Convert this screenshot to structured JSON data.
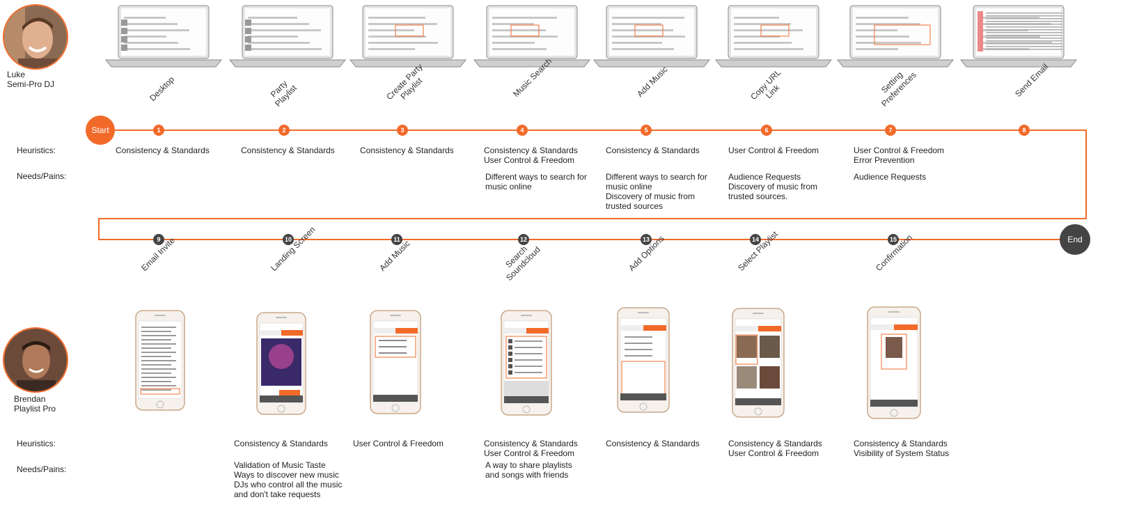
{
  "personas": [
    {
      "name": "Luke",
      "role": "Semi-Pro DJ"
    },
    {
      "name": "Brendan",
      "role": "Playlist Pro"
    }
  ],
  "row_labels": {
    "heuristics": "Heuristics:",
    "needs": "Needs/Pains:"
  },
  "terminals": {
    "start": "Start",
    "end": "End"
  },
  "colors": {
    "accent": "#f26a2a",
    "dark": "#444444",
    "line": "#f26a2a"
  },
  "top_steps": [
    {
      "num": "1",
      "label": "Desktop",
      "heuristics": "Consistency & Standards",
      "needs": ""
    },
    {
      "num": "2",
      "label": "Party\nPlaylist",
      "heuristics": "Consistency & Standards",
      "needs": ""
    },
    {
      "num": "3",
      "label": "Create Party\nPlaylist",
      "heuristics": "Consistency & Standards",
      "needs": ""
    },
    {
      "num": "4",
      "label": "Music Search",
      "heuristics": "Consistency & Standards\nUser Control & Freedom",
      "needs": "Different ways to search for\nmusic online"
    },
    {
      "num": "5",
      "label": "Add Music",
      "heuristics": "Consistency & Standards",
      "needs": "Different ways to search for\nmusic online\nDiscovery of music from\ntrusted sources"
    },
    {
      "num": "6",
      "label": "Copy URL\nLink",
      "heuristics": "User Control & Freedom",
      "needs": "Audience Requests\nDiscovery of music from\ntrusted sources."
    },
    {
      "num": "7",
      "label": "Setting\nPreferences",
      "heuristics": "User Control & Freedom\nError Prevention",
      "needs": "Audience Requests"
    },
    {
      "num": "8",
      "label": "Send Email",
      "heuristics": "",
      "needs": ""
    }
  ],
  "bottom_steps": [
    {
      "num": "9",
      "label": "Email Invite",
      "heuristics": "",
      "needs": ""
    },
    {
      "num": "10",
      "label": "Landing Screen",
      "heuristics": "Consistency & Standards",
      "needs": "Validation of Music Taste\nWays to discover new music\nDJs who control all the music\nand don't take requests"
    },
    {
      "num": "11",
      "label": "Add Music",
      "heuristics": "User Control & Freedom",
      "needs": ""
    },
    {
      "num": "12",
      "label": "Search\nSoundcloud",
      "heuristics": "Consistency & Standards\nUser Control & Freedom",
      "needs": "A way to share playlists\nand songs with friends"
    },
    {
      "num": "13",
      "label": "Add Options",
      "heuristics": "Consistency & Standards",
      "needs": ""
    },
    {
      "num": "14",
      "label": "Select Playlist",
      "heuristics": "Consistency & Standards\nUser Control & Freedom",
      "needs": ""
    },
    {
      "num": "15",
      "label": "Confirmation",
      "heuristics": "Consistency & Standards\nVisibility of System Status",
      "needs": ""
    }
  ]
}
